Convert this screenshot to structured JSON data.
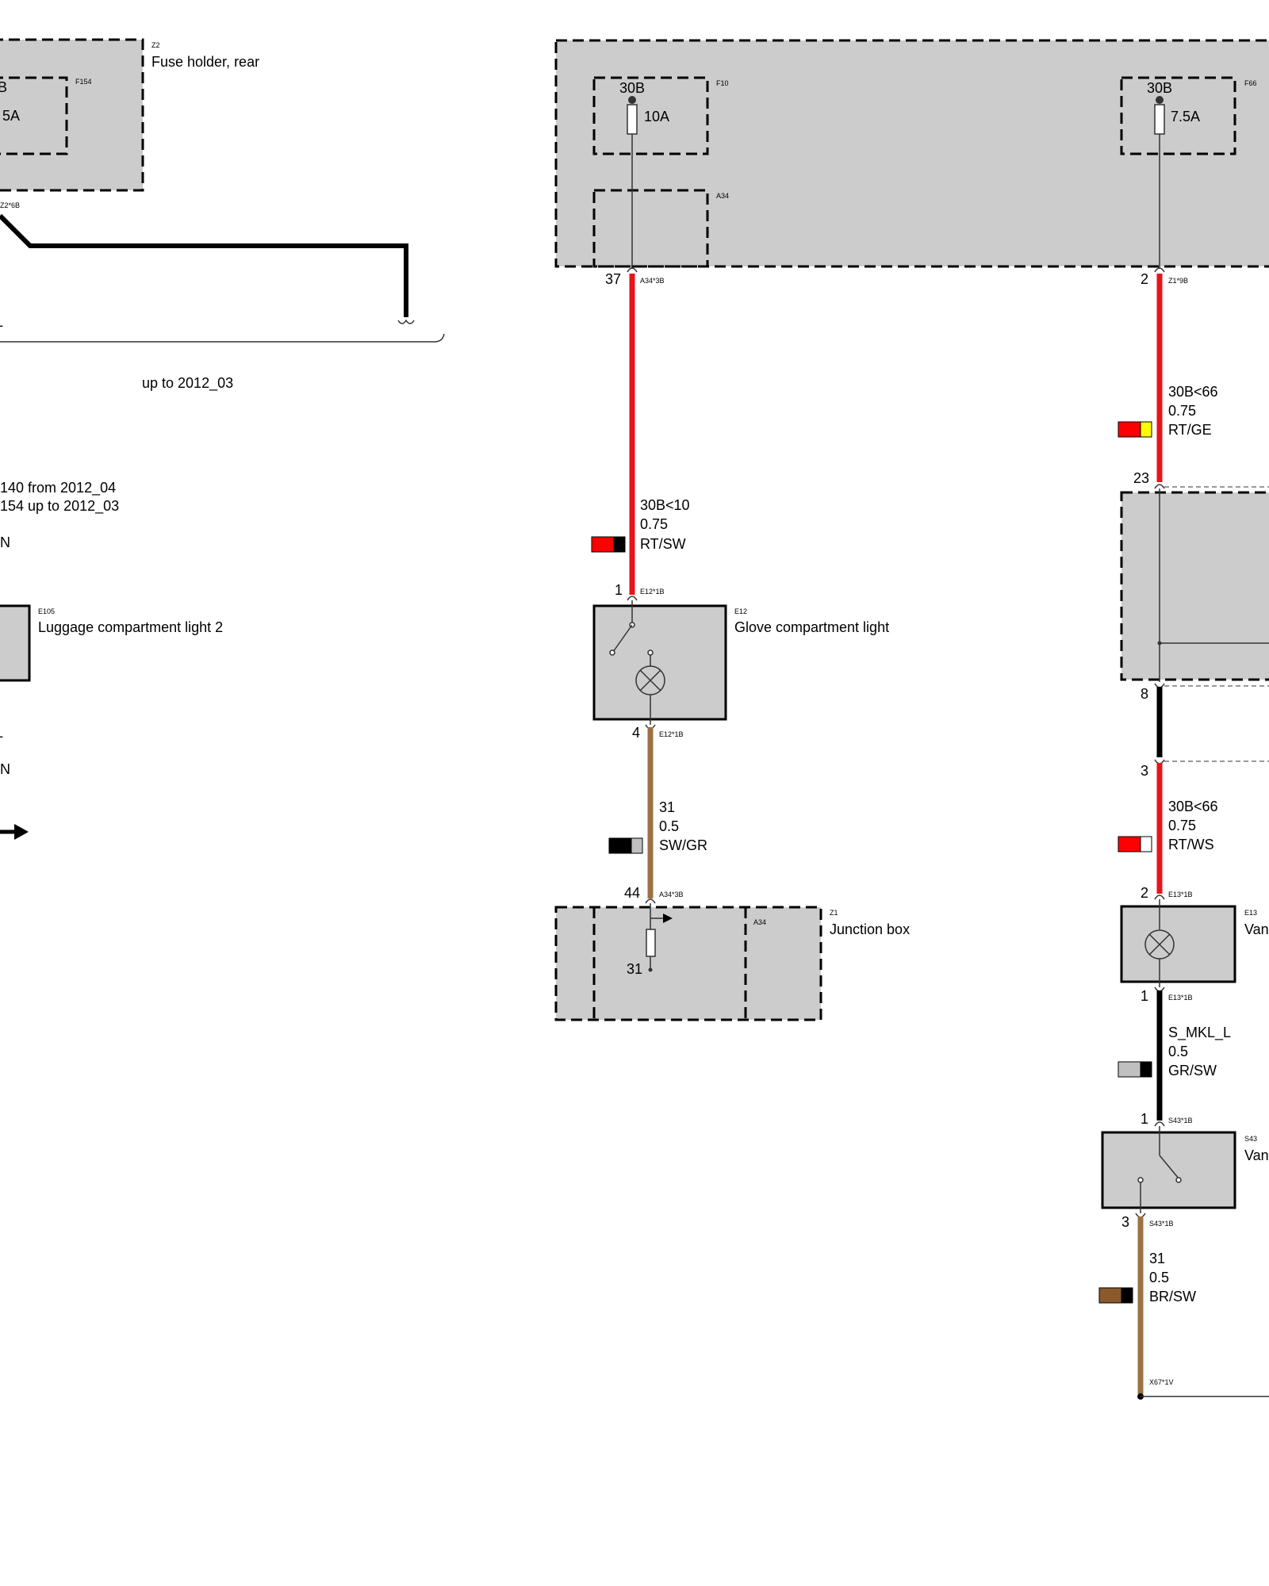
{
  "components": {
    "z2": {
      "code": "Z2",
      "name": "Fuse holder, rear"
    },
    "f154": {
      "code": "F154",
      "rating": "5A",
      "label_partial": "B"
    },
    "z2_pin": {
      "ref": "Z2*6B"
    },
    "f10": {
      "code": "F10",
      "terminal": "30B",
      "rating": "10A"
    },
    "f66": {
      "code": "F66",
      "terminal": "30B",
      "rating": "7.5A"
    },
    "a34_top": {
      "code": "A34"
    },
    "e105": {
      "code": "E105",
      "name": "Luggage compartment light 2"
    },
    "e12": {
      "code": "E12",
      "name": "Glove compartment light"
    },
    "z1": {
      "code": "Z1",
      "name": "Junction box"
    },
    "a34_bottom": {
      "code": "A34",
      "ground_terminal": "31"
    },
    "e13": {
      "code": "E13",
      "name_partial": "Van"
    },
    "s43": {
      "code": "S43",
      "name_partial": "Van"
    }
  },
  "notes": {
    "variant_upto": "up to 2012_03",
    "variant_line1": "140  from 2012_04",
    "variant_line2": "154  up to 2012_03",
    "left_n1": "N",
    "left_n2": "N",
    "left_l": "L",
    "left_l2": "L"
  },
  "pins": {
    "a34_37": {
      "num": "37",
      "ref": "A34*3B"
    },
    "z1_2": {
      "num": "2",
      "ref": "Z1*9B"
    },
    "e12_1": {
      "num": "1",
      "ref": "E12*1B"
    },
    "e12_4": {
      "num": "4",
      "ref": "E12*1B"
    },
    "a34_44": {
      "num": "44",
      "ref": "A34*3B"
    },
    "conn_23": {
      "num": "23"
    },
    "conn_8": {
      "num": "8"
    },
    "conn_3": {
      "num": "3"
    },
    "e13_2": {
      "num": "2",
      "ref": "E13*1B"
    },
    "e13_1": {
      "num": "1",
      "ref": "E13*1B"
    },
    "s43_1": {
      "num": "1",
      "ref": "S43*1B"
    },
    "s43_3": {
      "num": "3",
      "ref": "S43*1B"
    },
    "x67": {
      "ref": "X67*1V"
    }
  },
  "wires": {
    "w1": {
      "signal": "30B<10",
      "gauge": "0.75",
      "color": "RT/SW",
      "c1": "#ff0000",
      "c2": "#000000"
    },
    "w2": {
      "signal": "31",
      "gauge": "0.5",
      "color": "SW/GR",
      "c1": "#000000",
      "c2": "#c0c0c0"
    },
    "w3": {
      "signal": "30B<66",
      "gauge": "0.75",
      "color": "RT/GE",
      "c1": "#ff0000",
      "c2": "#ffff00"
    },
    "w4": {
      "signal": "30B<66",
      "gauge": "0.75",
      "color": "RT/WS",
      "c1": "#ff0000",
      "c2": "#ffffff"
    },
    "w5": {
      "signal": "S_MKL_L",
      "gauge": "0.5",
      "color": "GR/SW",
      "c1": "#c0c0c0",
      "c2": "#000000"
    },
    "w6": {
      "signal": "31",
      "gauge": "0.5",
      "color": "BR/SW",
      "c1": "#8b5a2b",
      "c2": "#000000"
    }
  },
  "colors": {
    "red": "#e8141b",
    "brown": "#9b7243",
    "black": "#000000",
    "box_fill": "#cccccc"
  }
}
